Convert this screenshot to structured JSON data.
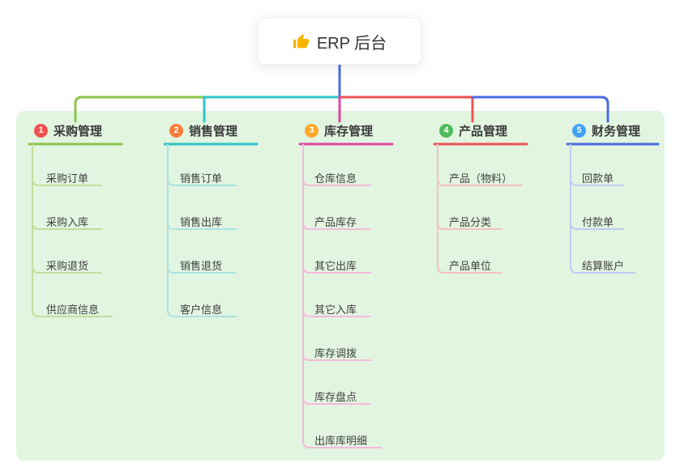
{
  "root": {
    "label": "ERP 后台",
    "icon": "thumbs-up-icon",
    "icon_color": "#f7b500"
  },
  "panel_color": "#e2f5e1",
  "trunk_color": "#4a6ce0",
  "branches": [
    {
      "index": "1",
      "label": "采购管理",
      "line_color": "#8bc34a",
      "line_light": "#c3dc9a",
      "badge_color": "#f0504f",
      "children": [
        "采购订单",
        "采购入库",
        "采购退货",
        "供应商信息"
      ]
    },
    {
      "index": "2",
      "label": "销售管理",
      "line_color": "#2ec4c6",
      "line_light": "#abe3e1",
      "badge_color": "#fa7c3b",
      "children": [
        "销售订单",
        "销售出库",
        "销售退货",
        "客户信息"
      ]
    },
    {
      "index": "3",
      "label": "库存管理",
      "line_color": "#e0449c",
      "line_light": "#f3b9da",
      "badge_color": "#ffa629",
      "children": [
        "仓库信息",
        "产品库存",
        "其它出库",
        "其它入库",
        "库存调拨",
        "库存盘点",
        "出库库明细"
      ]
    },
    {
      "index": "4",
      "label": "产品管理",
      "line_color": "#ee5253",
      "line_light": "#f7c0bf",
      "badge_color": "#4fbb59",
      "children": [
        "产品（物料）",
        "产品分类",
        "产品单位"
      ]
    },
    {
      "index": "5",
      "label": "财务管理",
      "line_color": "#4a6ce0",
      "line_light": "#bfcaf3",
      "badge_color": "#41a0f8",
      "children": [
        "回款单",
        "付款单",
        "结算账户"
      ]
    }
  ]
}
